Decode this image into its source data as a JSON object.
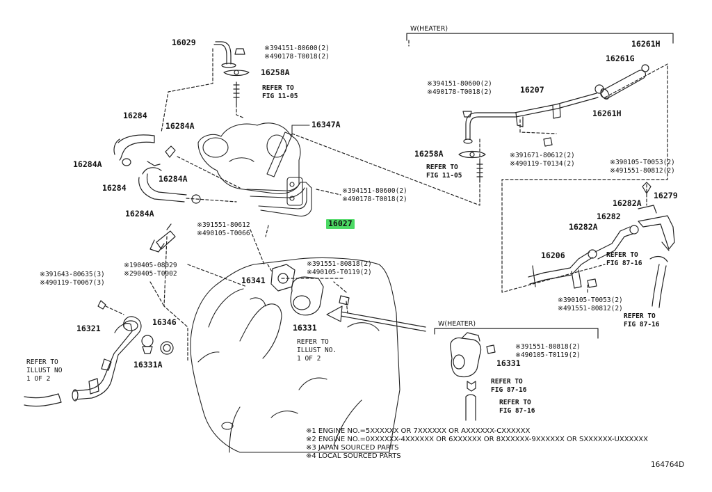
{
  "groups": {
    "heater_top": "W(HEATER)",
    "heater_bottom": "W(HEATER)"
  },
  "parts": {
    "p16029": "16029",
    "p16258A_top": "16258A",
    "p16258A_right": "16258A",
    "p16284_top": "16284",
    "p16284A_1": "16284A",
    "p16284A_2": "16284A",
    "p16284A_3": "16284A",
    "p16284A_4": "16284A",
    "p16284_mid": "16284",
    "p16347A": "16347A",
    "p16027": "16027",
    "p16207": "16207",
    "p16261H_top": "16261H",
    "p16261G": "16261G",
    "p16261H_mid": "16261H",
    "p16279": "16279",
    "p16282A_1": "16282A",
    "p16282": "16282",
    "p16282A_2": "16282A",
    "p16206": "16206",
    "p16341": "16341",
    "p16331_center": "16331",
    "p16331_right": "16331",
    "p16321": "16321",
    "p16346": "16346",
    "p16331A": "16331A"
  },
  "specs": {
    "s_top_right_16029": [
      "※394151-80600(2)",
      "※490178-T0018(2)"
    ],
    "s_heater_left": [
      "※394151-80600(2)",
      "※490178-T0018(2)"
    ],
    "s_heater_bolt": [
      "※391671-80612(2)",
      "※490119-T0134(2)"
    ],
    "s_right_upper": [
      "※390105-T0053(2)",
      "※491551-80812(2)"
    ],
    "s_manifold_nut": [
      "※394151-80600(2)",
      "※490178-T0018(2)"
    ],
    "s_manifold_bolt": [
      "※391551-80612",
      "※490105-T0066"
    ],
    "s_hose_clip": [
      "※190405-08029",
      "※290405-T0002"
    ],
    "s_left_bolt": [
      "※391643-80635(3)",
      "※490119-T0067(3)"
    ],
    "s_center_bolt": [
      "※391551-80818(2)",
      "※490105-T0119(2)"
    ],
    "s_right_lower": [
      "※390105-T0053(2)",
      "※491551-80812(2)"
    ],
    "s_bottom_right": [
      "※391551-80818(2)",
      "※490105-T0119(2)"
    ]
  },
  "refs": {
    "r_top": [
      "REFER TO",
      "FIG 11-05"
    ],
    "r_heater": [
      "REFER TO",
      "FIG 11-05"
    ],
    "r_right_1": [
      "REFER TO",
      "FIG 87-16"
    ],
    "r_right_2": [
      "REFER TO",
      "FIG 87-16"
    ],
    "r_illust_center": [
      "REFER TO",
      "ILLUST NO.",
      "1 OF 2"
    ],
    "r_illust_left": [
      "REFER TO",
      "ILLUST NO",
      "1 OF 2"
    ],
    "r_bottom_1": [
      "REFER TO",
      "FIG 87-16"
    ],
    "r_bottom_2": [
      "REFER TO",
      "FIG 87-16"
    ]
  },
  "notes": [
    "※1 ENGINE NO.=5XXXXXX OR 7XXXXXX OR AXXXXXX-CXXXXXX",
    "※2 ENGINE NO.=0XXXXXX-4XXXXXX OR 6XXXXXX OR 8XXXXXX-9XXXXXX OR SXXXXXX-UXXXXXX",
    "※3 JAPAN SOURCED PARTS",
    "※4 LOCAL SOURCED PARTS"
  ],
  "figure_id": "164764D",
  "colors": {
    "highlight": "#4cd964",
    "ink": "#111111"
  }
}
